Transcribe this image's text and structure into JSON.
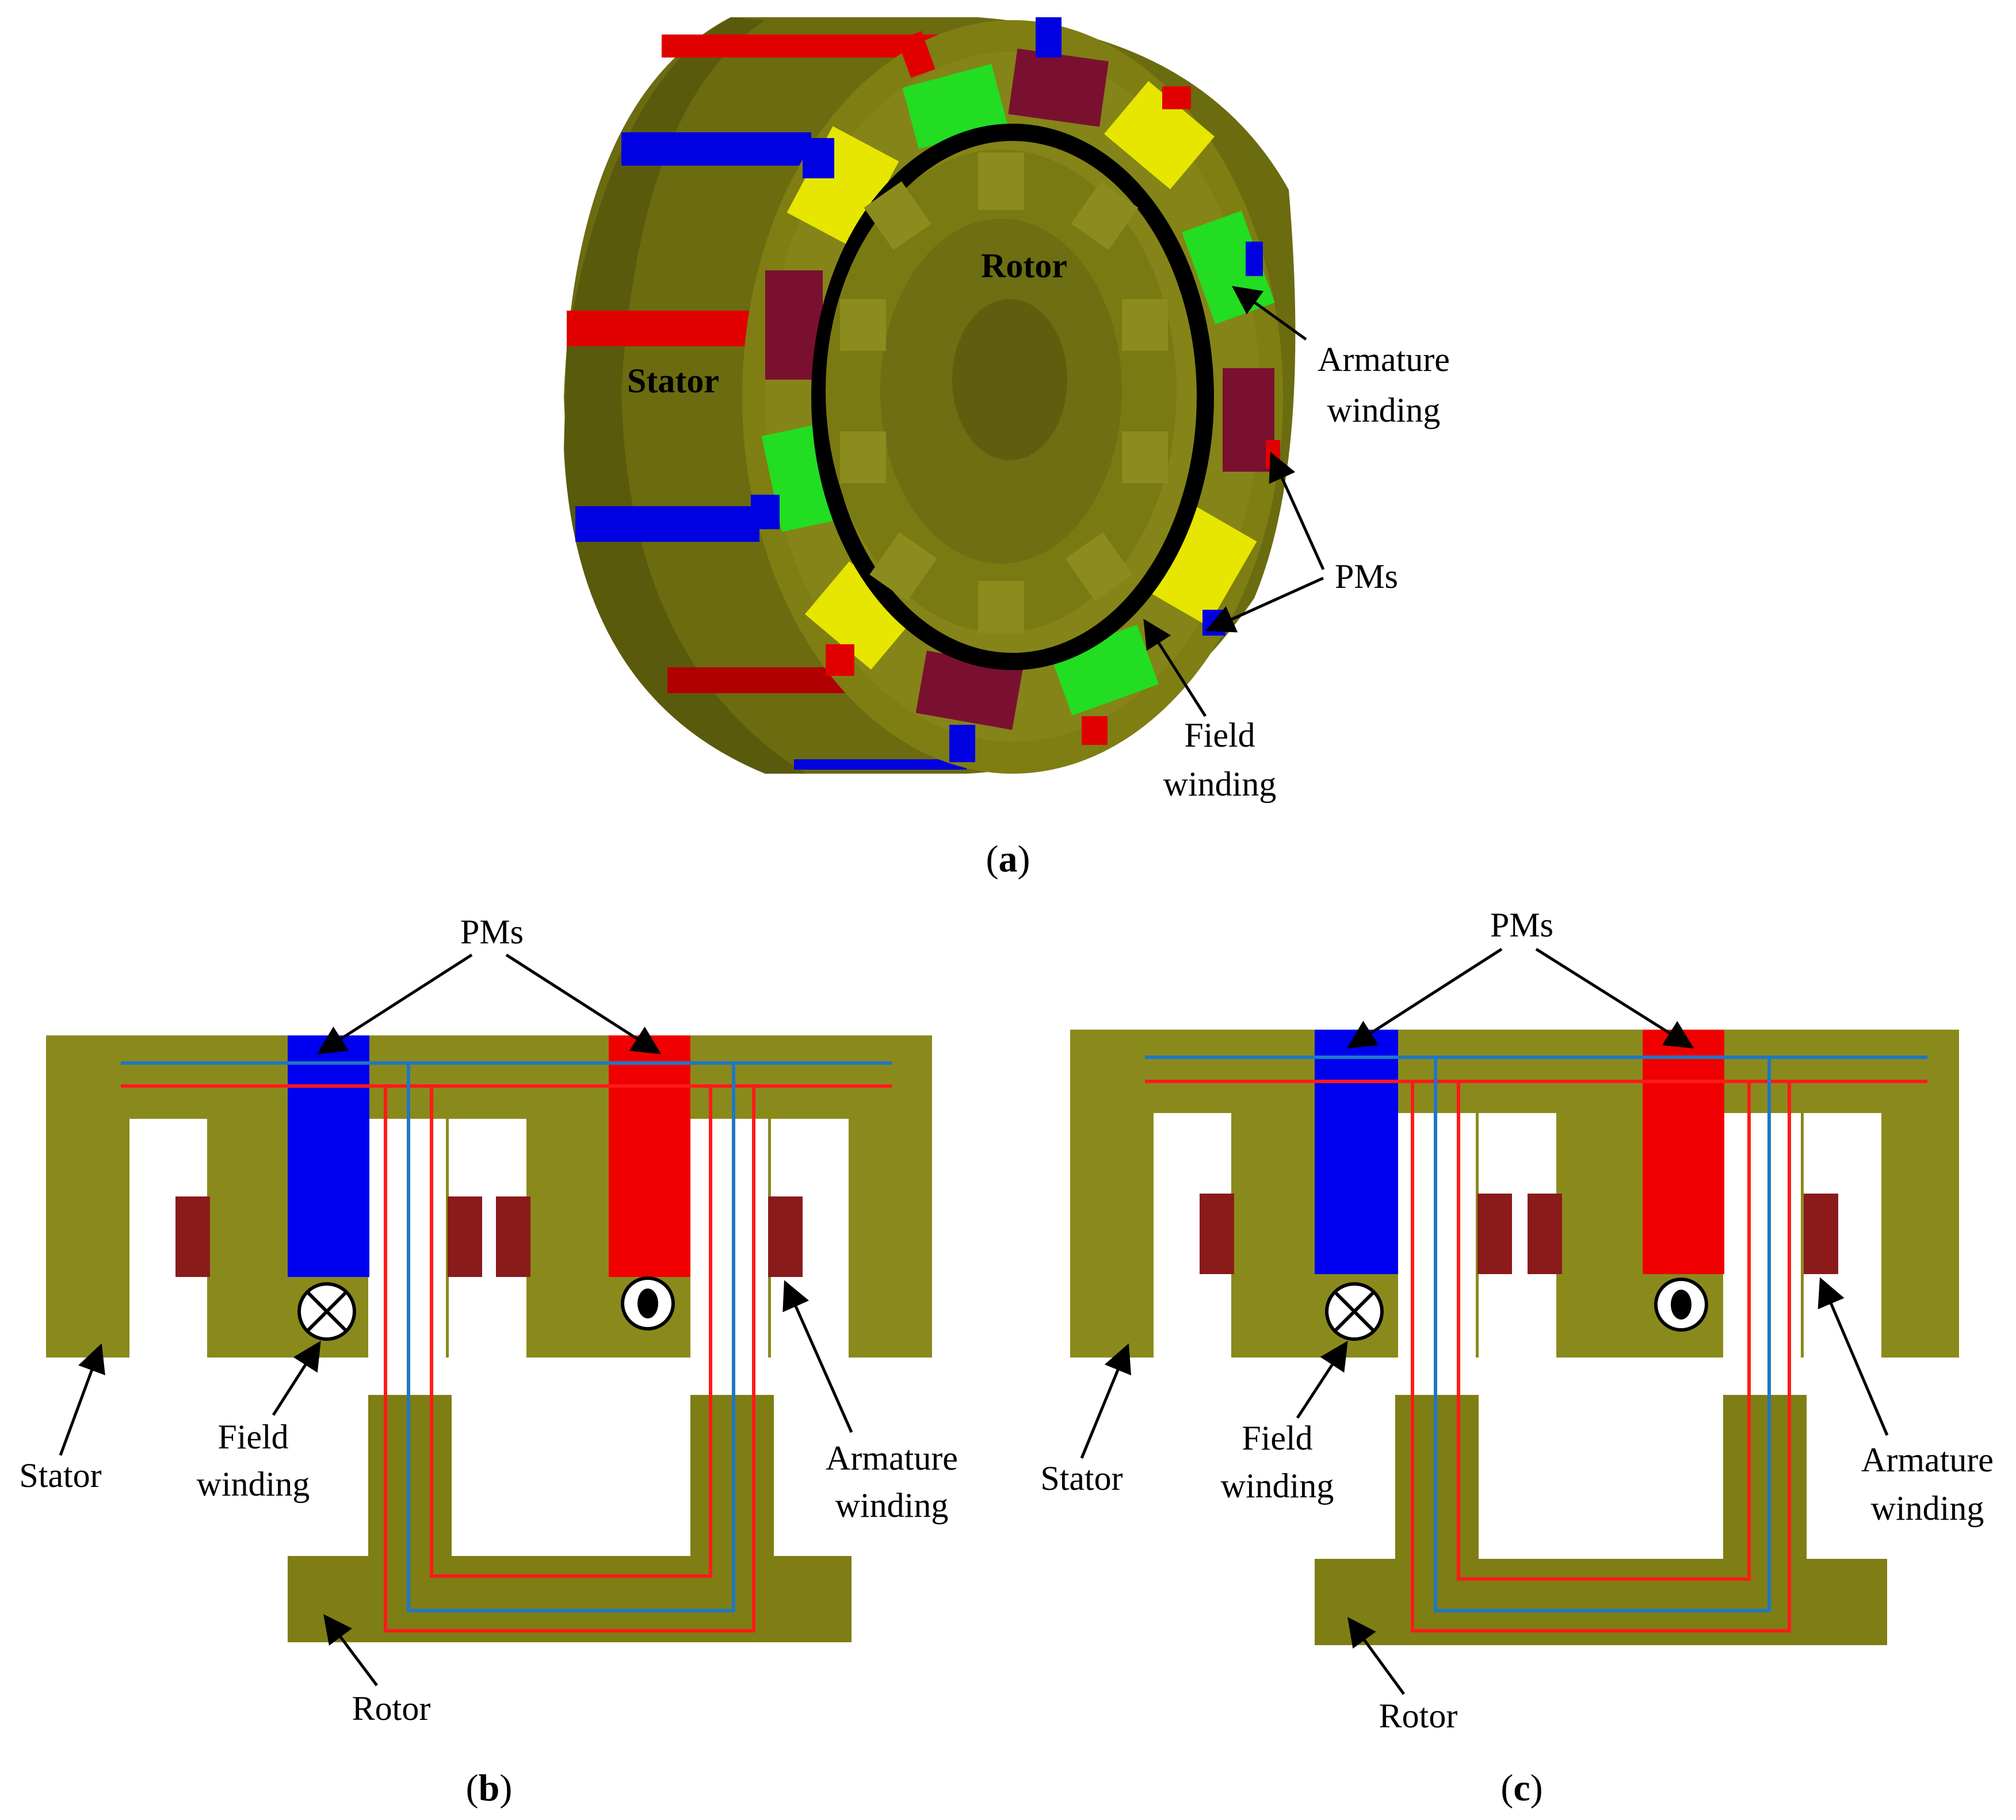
{
  "panel_a": {
    "labels": {
      "rotor": "Rotor",
      "stator": "Stator",
      "armature_line1": "Armature",
      "armature_line2": "winding",
      "pms": "PMs",
      "field_line1": "Field",
      "field_line2": "winding"
    },
    "caption_letter": "a"
  },
  "panel_b": {
    "labels": {
      "pms": "PMs",
      "stator": "Stator",
      "field_line1": "Field",
      "field_line2": "winding",
      "armature_line1": "Armature",
      "armature_line2": "winding",
      "rotor": "Rotor"
    },
    "caption_letter": "b"
  },
  "panel_c": {
    "labels": {
      "pms": "PMs",
      "stator": "Stator",
      "field_line1": "Field",
      "field_line2": "winding",
      "armature_line1": "Armature",
      "armature_line2": "winding",
      "rotor": "Rotor"
    },
    "caption_letter": "c"
  },
  "captions": {
    "open": "(",
    "close": ")"
  },
  "colors": {
    "iron": "#8a8a1c",
    "iron_dark": "#6e6e12",
    "pm_blue": "#0000f0",
    "pm_red": "#f00000",
    "coil": "#8b1a1a",
    "flux_blue": "#1f77c4",
    "flux_red": "#ff1a1a",
    "coil_green": "#22dd22",
    "coil_yellow": "#e6e600",
    "coil_maroon": "#7a1030"
  }
}
